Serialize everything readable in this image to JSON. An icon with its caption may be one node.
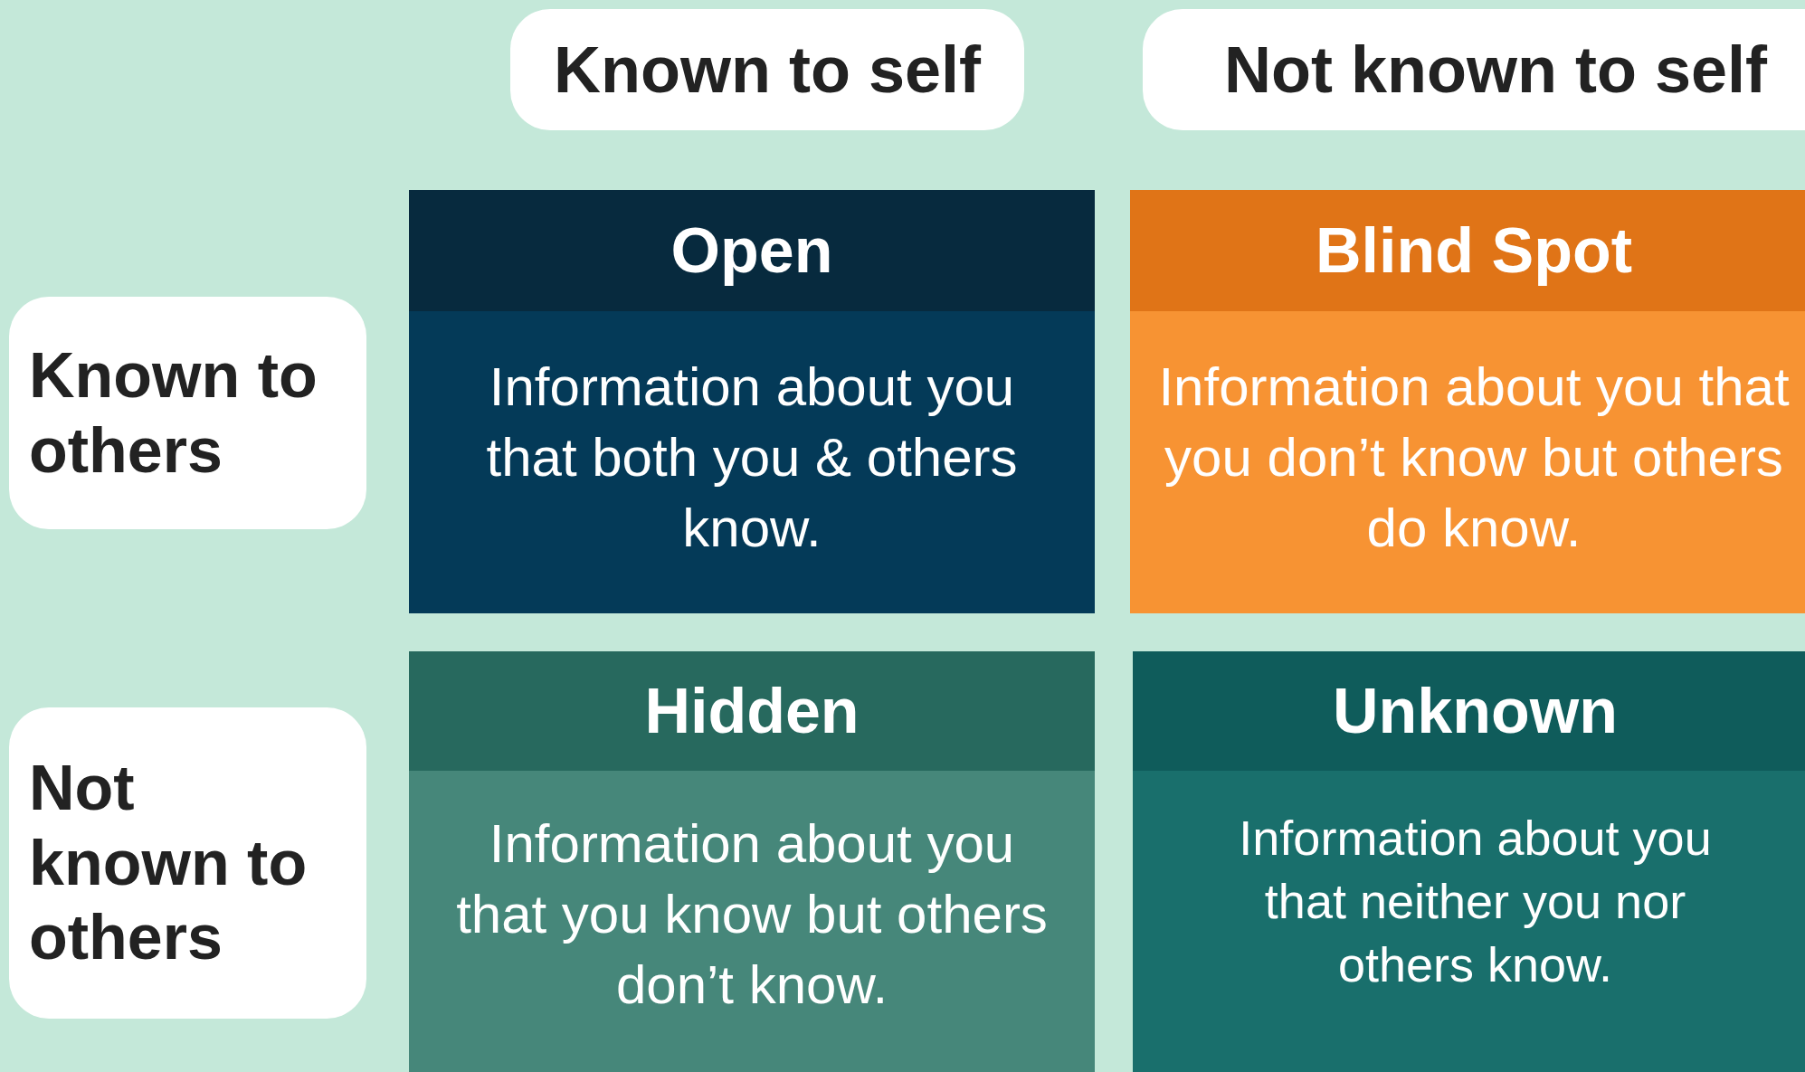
{
  "diagram": {
    "nodes": [
      {
        "text": [
          "Known to self"
        ]
      },
      {
        "text": [
          "Not known to self"
        ]
      },
      {
        "text": [
          "Known to others"
        ]
      },
      {
        "text": [
          "Open",
          "Information about you that both you & others know."
        ]
      },
      {
        "text": [
          "Blind Spot",
          "Information about you that you don’t know but others do know."
        ]
      },
      {
        "text": [
          "Not known to others"
        ]
      },
      {
        "text": [
          "Hidden",
          "Information about you that you know but others don’t know."
        ]
      },
      {
        "text": [
          "Unknown",
          "Information about you that neither you nor others know."
        ]
      }
    ]
  }
}
